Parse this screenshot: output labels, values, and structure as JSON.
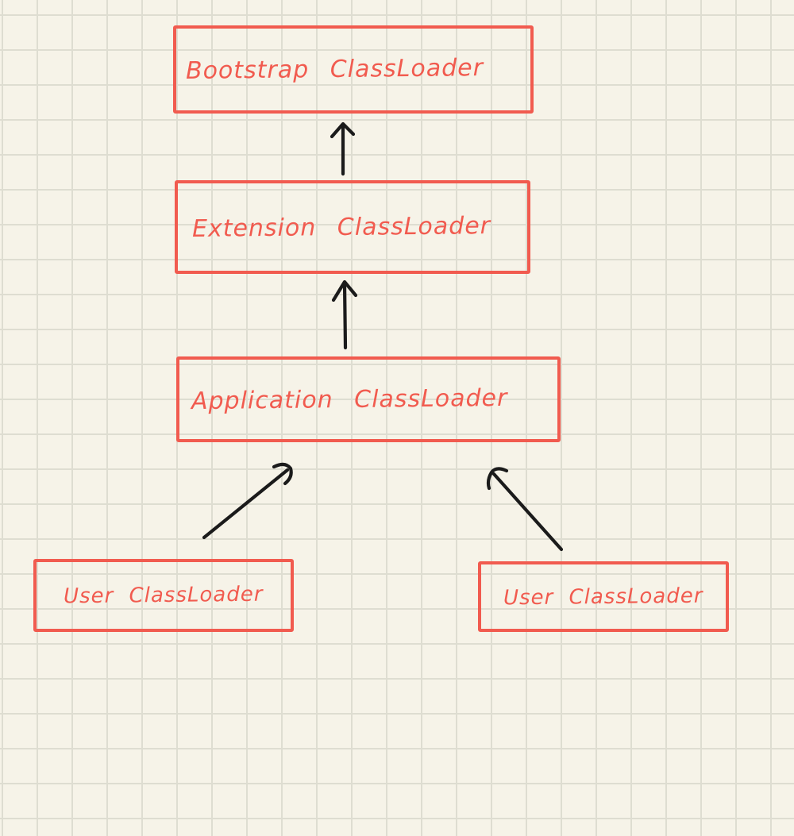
{
  "diagram": {
    "type": "flowchart",
    "subject": "Java ClassLoader hierarchy (delegation model)",
    "style": "hand-drawn sketch on graph paper",
    "nodes": [
      {
        "id": "bootstrap",
        "label": "Bootstrap ClassLoader"
      },
      {
        "id": "extension",
        "label": "Extension ClassLoader"
      },
      {
        "id": "application",
        "label": "Application ClassLoader"
      },
      {
        "id": "user_left",
        "label": "User ClassLoader"
      },
      {
        "id": "user_right",
        "label": "User ClassLoader"
      }
    ],
    "edges": [
      {
        "from": "extension",
        "to": "bootstrap",
        "arrow": "up"
      },
      {
        "from": "application",
        "to": "extension",
        "arrow": "up"
      },
      {
        "from": "user_left",
        "to": "application",
        "arrow": "up-right"
      },
      {
        "from": "user_right",
        "to": "application",
        "arrow": "up-left"
      }
    ],
    "colors": {
      "background": "#f6f3e8",
      "grid_line": "#deddd1",
      "box_border": "#f15b4f",
      "box_text": "#f15b4f",
      "arrow": "#1b1b1b"
    }
  }
}
